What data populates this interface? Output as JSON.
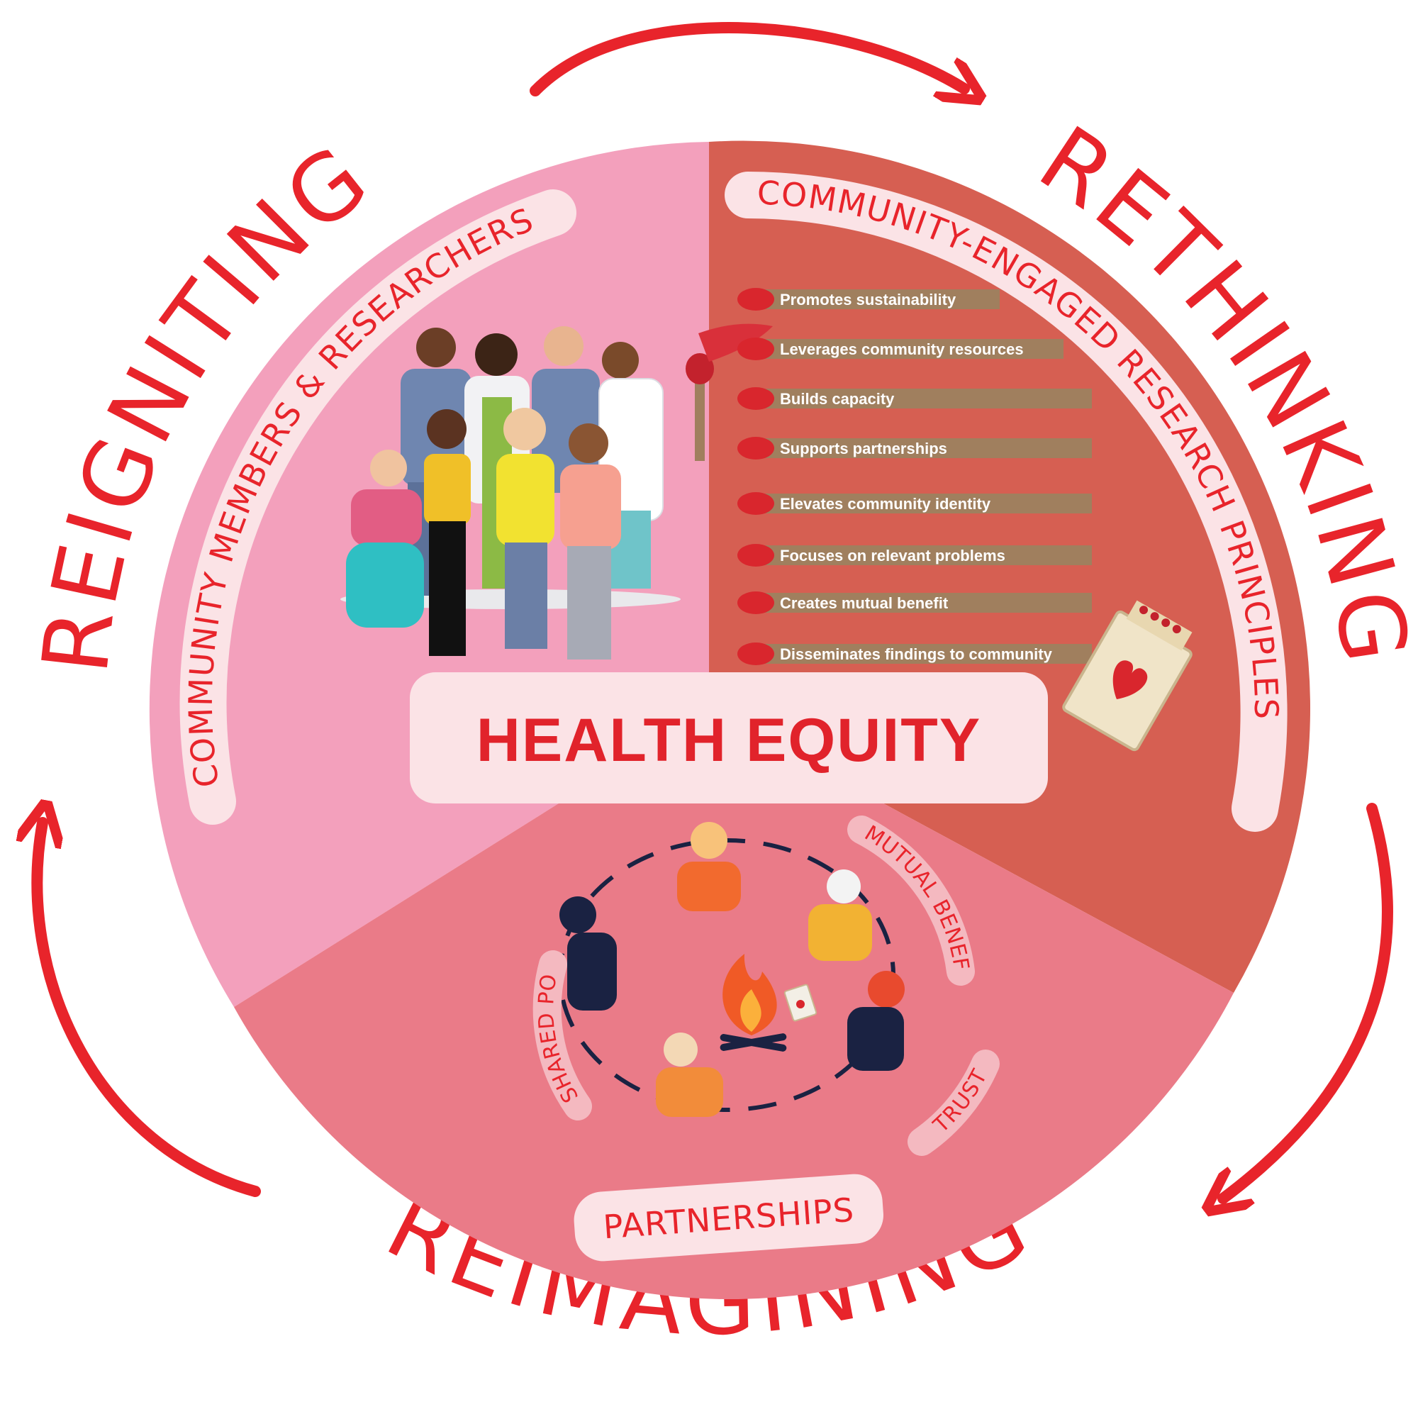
{
  "cycle": {
    "reigniting": "REIGNITING",
    "rethinking": "RETHINKING",
    "reimagining": "REIMAGINING"
  },
  "sections": {
    "people": {
      "label": "COMMUNITY MEMBERS & RESEARCHERS",
      "color": "#f3a0bc"
    },
    "principles": {
      "label": "COMMUNITY-ENGAGED RESEARCH PRINCIPLES",
      "color": "#d65f52",
      "items": [
        "Promotes sustainability",
        "Leverages community resources",
        "Builds capacity",
        "Supports partnerships",
        "Elevates community identity",
        "Focuses on relevant problems",
        "Creates mutual benefit",
        "Disseminates findings to community"
      ]
    },
    "partnerships": {
      "label": "PARTNERSHIPS",
      "color": "#ea7b88",
      "values": [
        "SHARED POWER",
        "MUTUAL BENEFIT",
        "TRUST"
      ]
    }
  },
  "center": {
    "title": "HEALTH EQUITY"
  },
  "colors": {
    "accent": "#e8242b",
    "pill": "#fbe3e6",
    "match_stick": "#a07f5e"
  },
  "icons": [
    "circular-arrow-icon",
    "people-group-icon",
    "match-icon",
    "matchbox-icon",
    "campfire-icon",
    "dancing-people-icon"
  ]
}
